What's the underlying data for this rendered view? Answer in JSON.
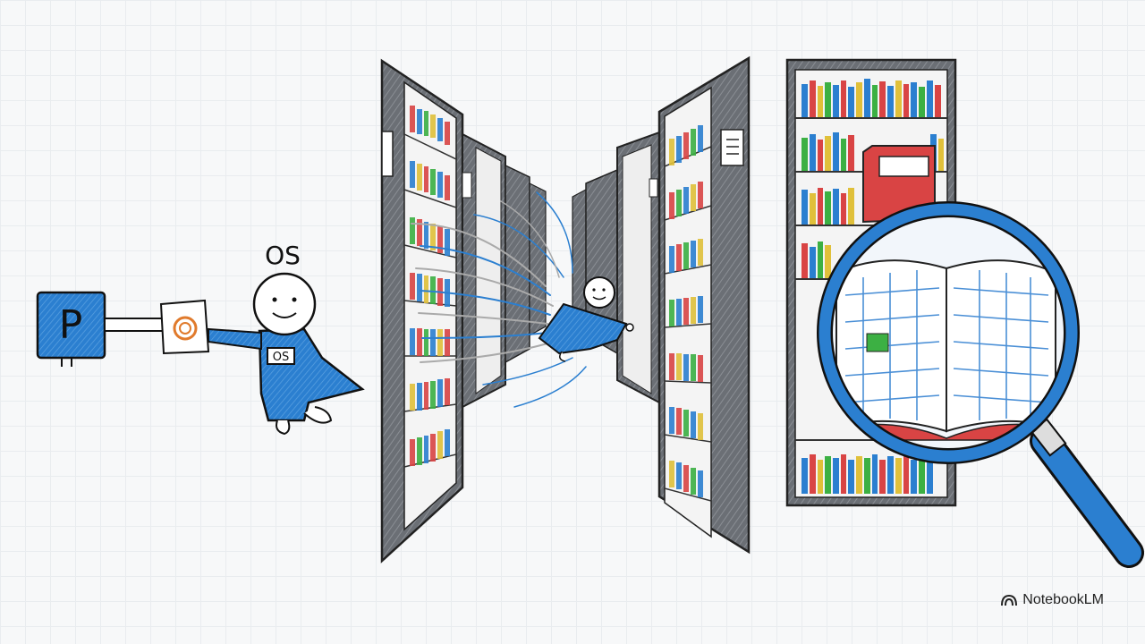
{
  "scene": {
    "process_sign_letter": "P",
    "os_heading": "OS",
    "os_badge": "OS"
  },
  "watermark": {
    "icon": "notebooklm-logo-icon",
    "text": "NotebookLM"
  },
  "colors": {
    "brand_blue": "#2b7fd0",
    "shelf_gray": "#666a70",
    "book_red": "#d94444",
    "highlight_green": "#3cb043",
    "token_orange": "#e07a2c"
  }
}
